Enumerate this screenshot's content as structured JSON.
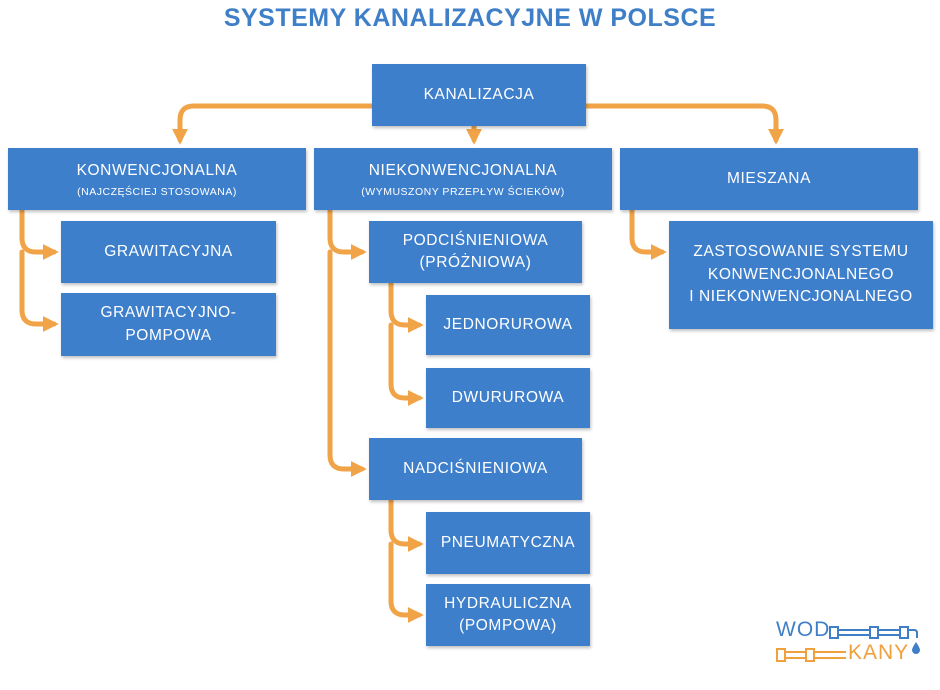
{
  "title": "SYSTEMY KANALIZACYJNE W POLSCE",
  "colors": {
    "box": "#3e7fcc",
    "arrow": "#f0a347",
    "title": "#3f7fc8",
    "logo_blue": "#3f7fc8",
    "logo_orange": "#f0a03c"
  },
  "nodes": {
    "root": {
      "label": "KANALIZACJA"
    },
    "konwencjonalna": {
      "label": "KONWENCJONALNA",
      "sub": "(NAJCZĘŚCIEJ STOSOWANA)"
    },
    "niekonwencjonalna": {
      "label": "NIEKONWENCJONALNA",
      "sub": "(WYMUSZONY PRZEPŁYW ŚCIEKÓW)"
    },
    "mieszana": {
      "label": "MIESZANA"
    },
    "grawitacyjna": {
      "label": "GRAWITACYJNA"
    },
    "grawitacyjno_pompowa": {
      "line1": "GRAWITACYJNO-",
      "line2": "POMPOWA"
    },
    "podcisnieniowa": {
      "line1": "PODCIŚNIENIOWA",
      "line2": "(PRÓŻNIOWA)"
    },
    "jednorurowa": {
      "label": "JEDNORUROWA"
    },
    "dwururowa": {
      "label": "DWURUROWA"
    },
    "nadcisnieniowa": {
      "label": "NADCIŚNIENIOWA"
    },
    "pneumatyczna": {
      "label": "PNEUMATYCZNA"
    },
    "hydrauliczna": {
      "line1": "HYDRAULICZNA",
      "line2": "(POMPOWA)"
    },
    "zastosowanie": {
      "line1": "ZASTOSOWANIE SYSTEMU",
      "line2": "KONWENCJONALNEGO",
      "line3": "I NIEKONWENCJONALNEGO"
    }
  },
  "logo": {
    "top": "WOD",
    "bottom": "KANY"
  }
}
